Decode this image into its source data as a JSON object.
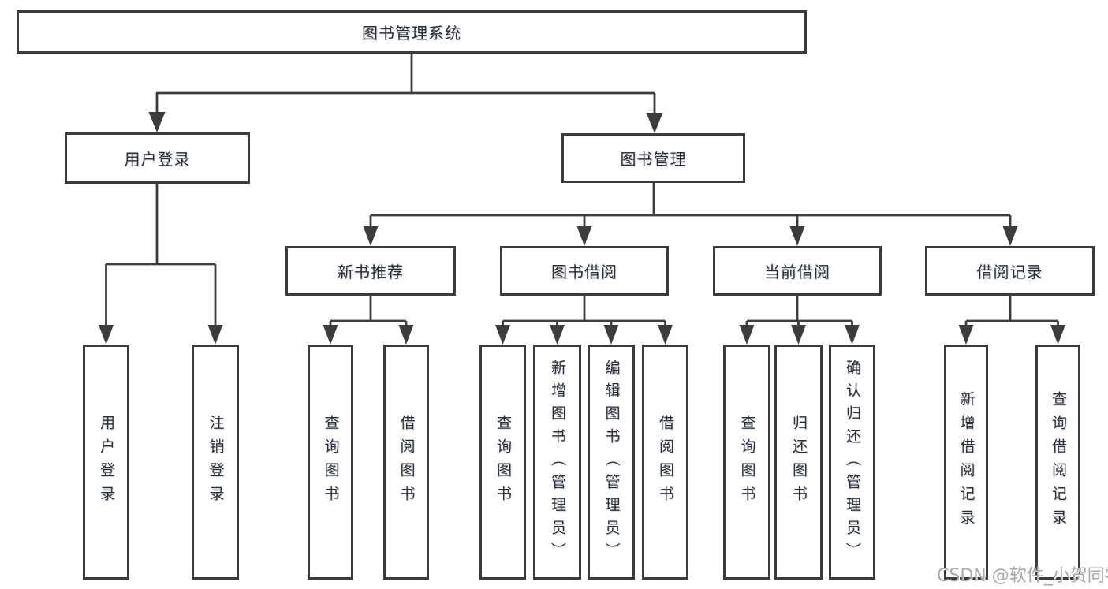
{
  "nodes": {
    "root": "图书管理系统",
    "level2": {
      "login": "用户登录",
      "manage": "图书管理"
    },
    "level3": {
      "recommend": "新书推荐",
      "borrow": "图书借阅",
      "current": "当前借阅",
      "records": "借阅记录"
    },
    "leaves": {
      "login": [
        "用户登录",
        "注销登录"
      ],
      "recommend": [
        "查询图书",
        "借阅图书"
      ],
      "borrow": [
        "查询图书",
        "新增图书（管理员）",
        "编辑图书（管理员）",
        "借阅图书"
      ],
      "current": [
        "查询图书",
        "归还图书",
        "确认归还（管理员）"
      ],
      "records": [
        "新增借阅记录",
        "查询借阅记录"
      ]
    }
  },
  "watermark": "CSDN @软件_小贺同学",
  "colors": {
    "line": "#3c3c3c",
    "box_border": "#3c3c3c",
    "text": "#2e2e2e",
    "watermark": "#aaaaaa",
    "background": "#ffffff"
  }
}
